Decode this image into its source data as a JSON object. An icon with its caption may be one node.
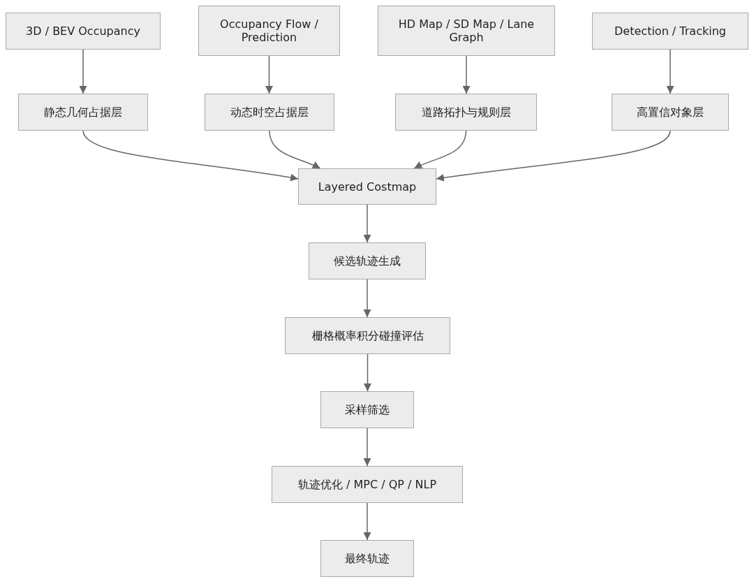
{
  "diagram": {
    "nodes": [
      {
        "text": [
          "3D / BEV Occupancy"
        ]
      },
      {
        "text": [
          "Occupancy Flow / Prediction"
        ]
      },
      {
        "text": [
          "HD Map / SD Map / Lane Graph"
        ]
      },
      {
        "text": [
          "Detection / Tracking"
        ]
      },
      {
        "text": [
          "静态几何占据层"
        ]
      },
      {
        "text": [
          "动态时空占据层"
        ]
      },
      {
        "text": [
          "道路拓扑与规则层"
        ]
      },
      {
        "text": [
          "高置信对象层"
        ]
      },
      {
        "text": [
          "Layered Costmap"
        ]
      },
      {
        "text": [
          "候选轨迹生成"
        ]
      },
      {
        "text": [
          "栅格概率积分碰撞评估"
        ]
      },
      {
        "text": [
          "采样筛选"
        ]
      },
      {
        "text": [
          "轨迹优化 / MPC / QP / NLP"
        ]
      },
      {
        "text": [
          "最终轨迹"
        ]
      }
    ],
    "edges": [
      {
        "from": 0,
        "to": 4,
        "arrow": "to"
      },
      {
        "from": 1,
        "to": 5,
        "arrow": "to"
      },
      {
        "from": 2,
        "to": 6,
        "arrow": "to"
      },
      {
        "from": 3,
        "to": 7,
        "arrow": "to"
      },
      {
        "from": 4,
        "to": 8,
        "arrow": "to"
      },
      {
        "from": 5,
        "to": 8,
        "arrow": "to"
      },
      {
        "from": 6,
        "to": 8,
        "arrow": "to"
      },
      {
        "from": 7,
        "to": 8,
        "arrow": "to"
      },
      {
        "from": 8,
        "to": 9,
        "arrow": "to"
      },
      {
        "from": 9,
        "to": 10,
        "arrow": "to"
      },
      {
        "from": 10,
        "to": 11,
        "arrow": "to"
      },
      {
        "from": 11,
        "to": 12,
        "arrow": "to"
      },
      {
        "from": 12,
        "to": 13,
        "arrow": "to"
      }
    ]
  }
}
